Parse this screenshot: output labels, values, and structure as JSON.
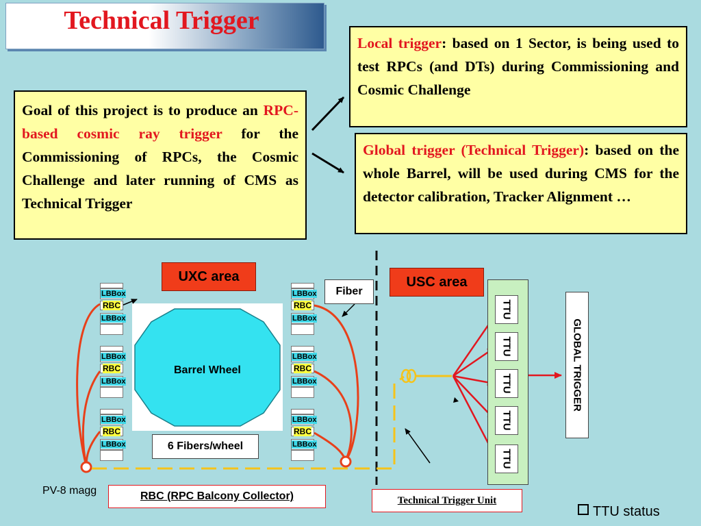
{
  "slide": {
    "title": "Technical Trigger",
    "goal_box": {
      "pre": "Goal of this project is to produce an ",
      "highlight": "RPC-based cosmic ray trigger",
      "post": " for the Commissioning of RPCs, the Cosmic Challenge and later running of CMS as Technical Trigger"
    },
    "local_box": {
      "label": "Local trigger",
      "text": ": based on 1 Sector, is being used to test RPCs (and DTs) during Commissioning and Cosmic Challenge"
    },
    "global_box": {
      "label": "Global trigger (Technical Trigger)",
      "text": ": based on the whole Barrel, will be used during CMS for the detector calibration, Tracker Alignment …"
    },
    "diagram": {
      "uxc_label": "UXC area",
      "usc_label": "USC area",
      "fiber_label": "Fiber",
      "barrel_label": "Barrel Wheel",
      "fibers_label": "6 Fibers/wheel",
      "rack_box_label": "LBBox",
      "rack_rbc_label": "RBC",
      "ttu_label": "TTU",
      "global_trigger_label": "GLOBAL TRIGGER",
      "rbc_caption": "RBC (RPC Balcony Collector)",
      "ttu_caption": "Technical Trigger Unit",
      "footer_left": "PV-8 magg",
      "ttu_status": "TTU status",
      "checkbox_icon": "checkbox-icon"
    },
    "colors": {
      "background": "#aadbe0",
      "title_red": "#e2171f",
      "box_yellow": "#ffffa4",
      "area_orange": "#f03c1a",
      "fiber_red": "#e8401a",
      "fiber_yellow": "#f5c31a",
      "barrel_cyan": "#34e2f0",
      "ttu_panel_green": "#c8f0c0"
    }
  }
}
